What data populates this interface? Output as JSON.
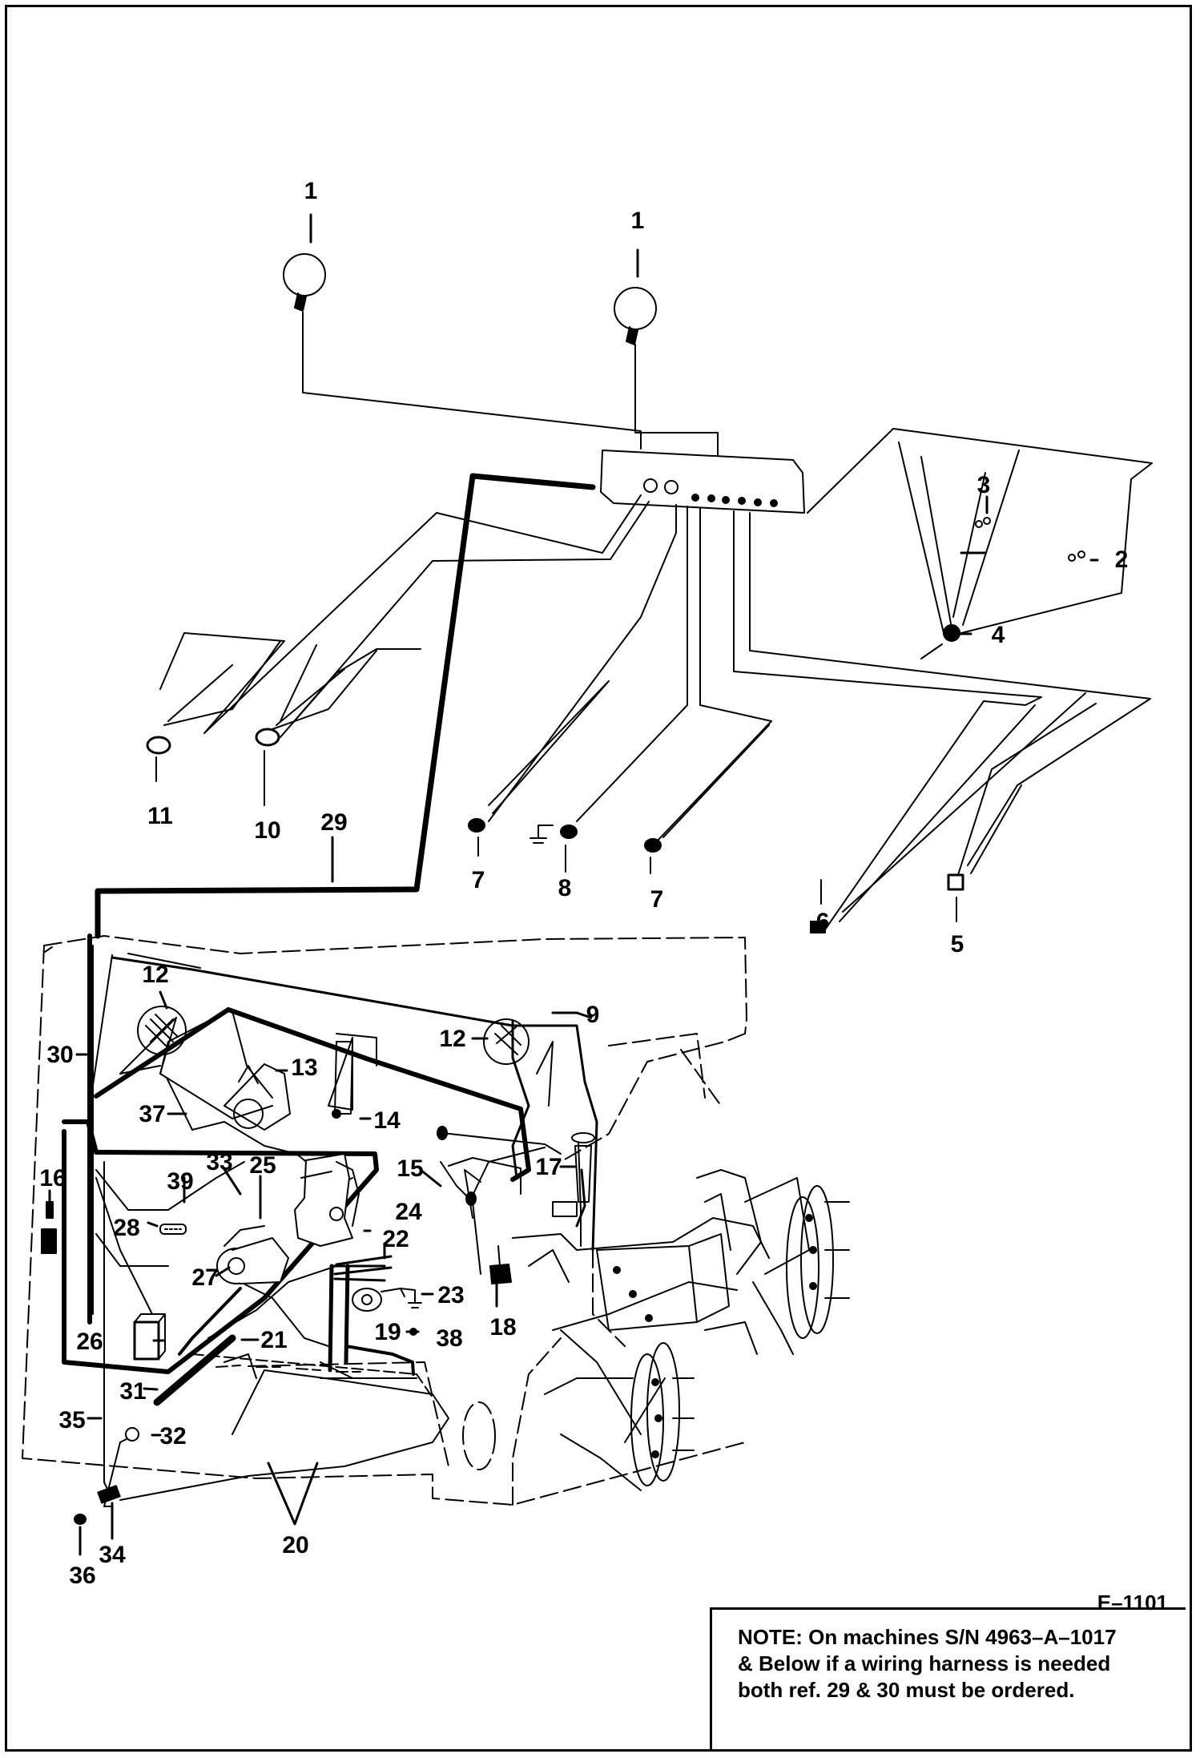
{
  "figure_code": "E–1101",
  "note": {
    "line1": "NOTE:  On machines S/N 4963–A–1017",
    "line2": "& Below if a wiring harness is needed",
    "line3": "both ref. 29 & 30 must be ordered."
  },
  "callouts": {
    "c1a": "1",
    "c1b": "1",
    "c2": "2",
    "c3": "3",
    "c4": "4",
    "c5": "5",
    "c6": "6",
    "c7a": "7",
    "c7b": "7",
    "c8": "8",
    "c9": "9",
    "c10": "10",
    "c11": "11",
    "c12a": "12",
    "c12b": "12",
    "c13": "13",
    "c14": "14",
    "c15": "15",
    "c16": "16",
    "c17": "17",
    "c18": "18",
    "c19": "19",
    "c20": "20",
    "c21": "21",
    "c22": "22",
    "c23": "23",
    "c24": "24",
    "c25": "25",
    "c26": "26",
    "c27": "27",
    "c28": "28",
    "c29": "29",
    "c30": "30",
    "c31": "31",
    "c32": "32",
    "c33": "33",
    "c34": "34",
    "c35": "35",
    "c36": "36",
    "c37": "37",
    "c38": "38",
    "c39": "39"
  }
}
